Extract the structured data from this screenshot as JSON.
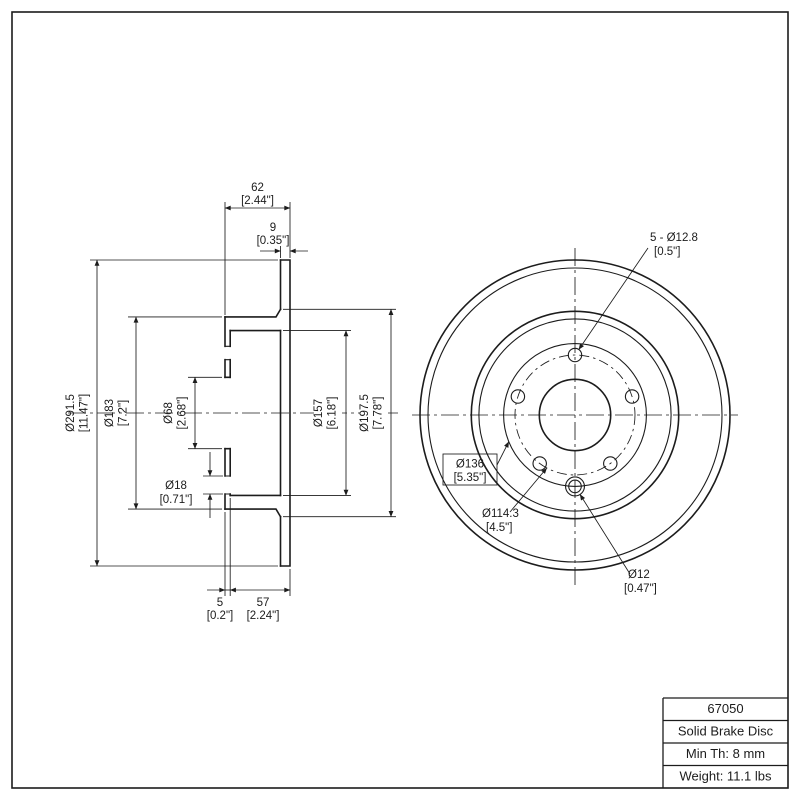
{
  "section_view": {
    "dim_width_mm": "62",
    "dim_width_in": "[2.44\"]",
    "dim_thick_mm": "9",
    "dim_thick_in": "[0.35\"]",
    "dim_outer_mm": "Ø291.5",
    "dim_outer_in": "[11.47\"]",
    "dim_hat_mm": "Ø183",
    "dim_hat_in": "[7.2\"]",
    "dim_bore_mm": "Ø68",
    "dim_bore_in": "[2.68\"]",
    "dim_hole_mm": "Ø18",
    "dim_hole_in": "[0.71\"]",
    "dim_inner_mm": "Ø157",
    "dim_inner_in": "[6.18\"]",
    "dim_band_mm": "Ø197.5",
    "dim_band_in": "[7.78\"]",
    "dim_flange_mm": "5",
    "dim_flange_in": "[0.2\"]",
    "dim_depth_mm": "57",
    "dim_depth_in": "[2.24\"]"
  },
  "front_view": {
    "label_boltholes_mm": "5 - Ø12.8",
    "label_boltholes_in": "[0.5\"]",
    "label_register_mm": "Ø136",
    "label_register_in": "[5.35\"]",
    "label_boltcircle_mm": "Ø114.3",
    "label_boltcircle_in": "[4.5\"]",
    "label_screwhole_mm": "Ø12",
    "label_screwhole_in": "[0.47\"]"
  },
  "title_block": {
    "part_number": "67050",
    "disc_type": "Solid Brake Disc",
    "min_thickness": "Min Th: 8 mm",
    "weight": "Weight: 11.1 lbs"
  }
}
